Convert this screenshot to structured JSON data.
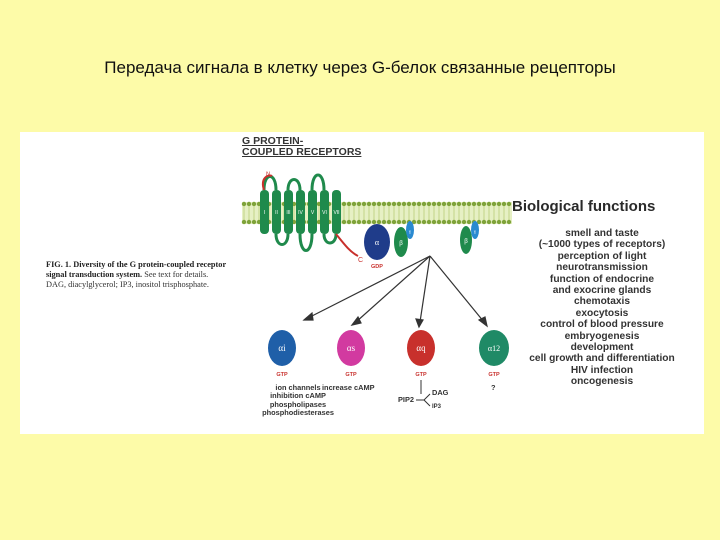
{
  "slide": {
    "title": "Передача сигнала в клетку через G-белок связанные рецепторы"
  },
  "figure": {
    "heading_line1": "G PROTEIN-",
    "heading_line2": "COUPLED RECEPTORS",
    "caption_lead": "FIG. 1. Diversity of the G protein-coupled receptor signal transduction system.",
    "caption_rest": "See text for details. DAG, diacylglycerol; IP3, inositol trisphosphate.",
    "receptor_labels": {
      "n_term": "N",
      "c_term": "C"
    },
    "helix_labels": [
      "I",
      "II",
      "III",
      "IV",
      "V",
      "VI",
      "VII"
    ],
    "trimer": {
      "alpha": "α",
      "beta": "β",
      "gamma": "γ",
      "gdp": "GDP"
    },
    "subunits": [
      {
        "label": "αi",
        "gtp": "GTP",
        "color": "#1f5fa8"
      },
      {
        "label": "αs",
        "gtp": "GTP",
        "color": "#d23aa0"
      },
      {
        "label": "αq",
        "gtp": "GTP",
        "color": "#c8302c"
      },
      {
        "label": "α12",
        "gtp": "GTP",
        "color": "#1f8a66"
      }
    ],
    "effects": {
      "ai": [
        "ion channels",
        "inhibition cAMP",
        "phospholipases",
        "phosphodiesterases"
      ],
      "as": "increase cAMP",
      "aq_pip2": "PIP2",
      "aq_dag": "DAG",
      "aq_ip3": "IP3",
      "a12": "?"
    },
    "bio_functions_title": "Biological functions",
    "bio_functions": [
      "smell and taste",
      "(~1000 types of receptors)",
      "perception of light",
      "neurotransmission",
      "function of endocrine",
      "and exocrine glands",
      "chemotaxis",
      "exocytosis",
      "control of blood pressure",
      "embryogenesis",
      "development",
      "cell growth and differentiation",
      "HIV infection",
      "oncogenesis"
    ]
  }
}
